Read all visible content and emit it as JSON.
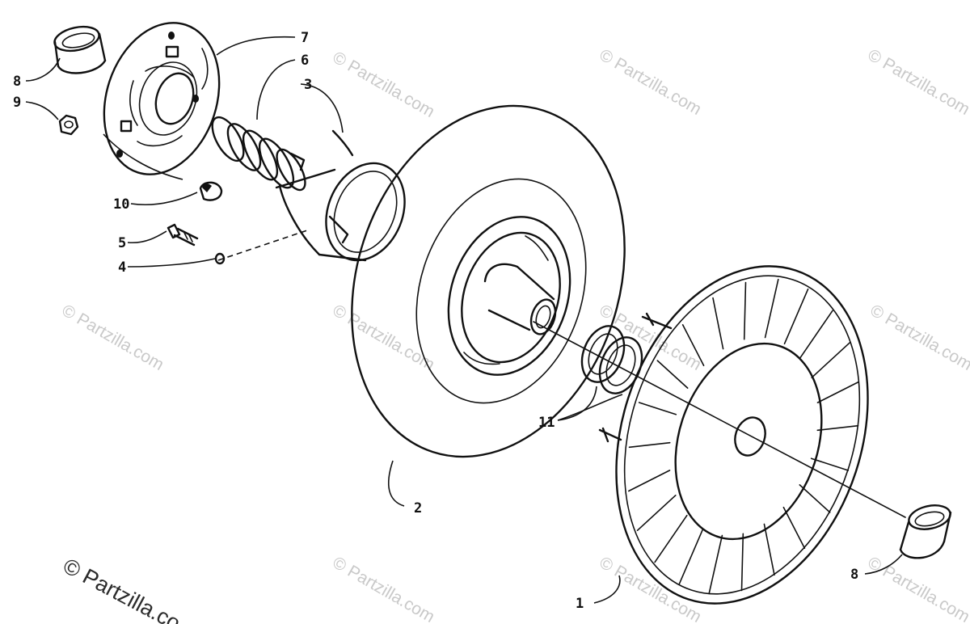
{
  "diagram": {
    "callouts": [
      {
        "id": "c1",
        "label": "1"
      },
      {
        "id": "c2",
        "label": "2"
      },
      {
        "id": "c3",
        "label": "3"
      },
      {
        "id": "c4",
        "label": "4"
      },
      {
        "id": "c5",
        "label": "5"
      },
      {
        "id": "c6",
        "label": "6"
      },
      {
        "id": "c7",
        "label": "7"
      },
      {
        "id": "c8a",
        "label": "8"
      },
      {
        "id": "c8b",
        "label": "8"
      },
      {
        "id": "c9",
        "label": "9"
      },
      {
        "id": "c10",
        "label": "10"
      },
      {
        "id": "c11",
        "label": "11"
      }
    ]
  },
  "watermark": {
    "text": "© Partzilla.com",
    "corner_text": "© Partzilla.co",
    "color": "#c9c9c9"
  }
}
